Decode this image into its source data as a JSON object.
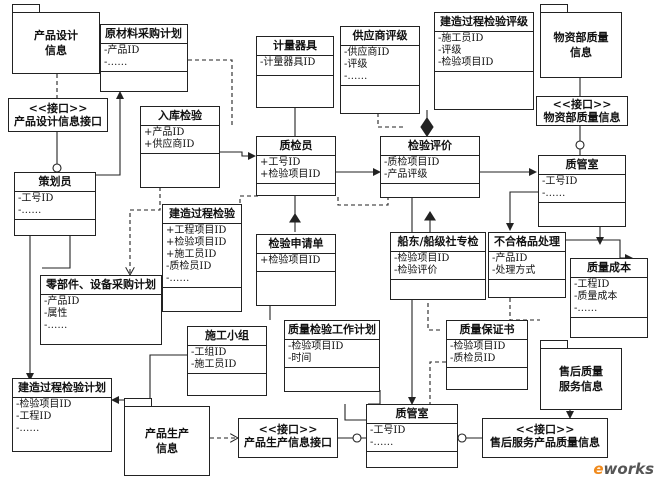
{
  "packages": {
    "design": [
      "产品设计",
      "信息"
    ],
    "material": [
      "物资部质量",
      "信息"
    ],
    "production": [
      "产品生产",
      "信息"
    ],
    "aftersale": [
      "售后质量",
      "服务信息"
    ]
  },
  "classes": {
    "design_iface": {
      "stereo": "<<接口>>",
      "name": "产品设计信息接口"
    },
    "planner": {
      "name": "策划员",
      "attrs": [
        "-工号ID",
        "-……"
      ]
    },
    "raw_plan": {
      "name": "原材料采购计划",
      "attrs": [
        "-产品ID",
        "-……"
      ]
    },
    "inbound": {
      "name": "入库检验",
      "attrs": [
        "+产品ID",
        "+供应商ID"
      ]
    },
    "meter": {
      "name": "计量器具",
      "attrs": [
        "-计量器具ID"
      ]
    },
    "supplier_eval": {
      "name": "供应商评级",
      "attrs": [
        "-供应商ID",
        "-评级",
        "-……"
      ]
    },
    "process_eval": {
      "name": "建造过程检验评级",
      "attrs": [
        "-施工员ID",
        "-评级",
        "-检验项目ID"
      ]
    },
    "material_iface": {
      "stereo": "<<接口>>",
      "name": "物资部质量信息"
    },
    "inspector": {
      "name": "质检员",
      "attrs": [
        "+工号ID",
        "+检验项目ID"
      ]
    },
    "inspection_eval": {
      "name": "检验评价",
      "attrs": [
        "-质检项目ID",
        "-产品评级"
      ]
    },
    "qa_room_top": {
      "name": "质管室",
      "attrs": [
        "-工号ID",
        "-……"
      ]
    },
    "process_check": {
      "name": "建造过程检验",
      "attrs": [
        "+工程项目ID",
        "+检验项目ID",
        "+施工员ID",
        "-质检员ID",
        "-……"
      ]
    },
    "inspect_request": {
      "name": "检验申请单",
      "attrs": [
        "+检验项目ID"
      ]
    },
    "ship_inspector": {
      "name": "船东/船级社专检",
      "attrs": [
        "-检验项目ID",
        "-检验评价"
      ]
    },
    "nonconform": {
      "name": "不合格品处理",
      "attrs": [
        "-产品ID",
        "-处理方式"
      ]
    },
    "quality_cost": {
      "name": "质量成本",
      "attrs": [
        "-工程ID",
        "-质量成本",
        "-……"
      ]
    },
    "parts_plan": {
      "name": "零部件、设备采购计划",
      "attrs": [
        "-产品ID",
        "-属性",
        "-……"
      ]
    },
    "crew": {
      "name": "施工小组",
      "attrs": [
        "-工组ID",
        "-施工员ID"
      ]
    },
    "qc_workplan": {
      "name": "质量检验工作计划",
      "attrs": [
        "-检验项目ID",
        "-时间"
      ]
    },
    "qc_cert": {
      "name": "质量保证书",
      "attrs": [
        "-检验项目ID",
        "-质检员ID"
      ]
    },
    "build_plan": {
      "name": "建造过程检验计划",
      "attrs": [
        "-检验项目ID",
        "-工程ID",
        "-……"
      ]
    },
    "prod_iface": {
      "stereo": "<<接口>>",
      "name": "产品生产信息接口"
    },
    "qa_room_bottom": {
      "name": "质管室",
      "attrs": [
        "-工号ID",
        "-……"
      ]
    },
    "after_iface": {
      "stereo": "<<接口>>",
      "name": "售后服务产品质量信息"
    }
  },
  "watermark": {
    "e": "e",
    "works": "works"
  },
  "colors": {
    "line": "#222222",
    "accent": "#f08a1c"
  }
}
